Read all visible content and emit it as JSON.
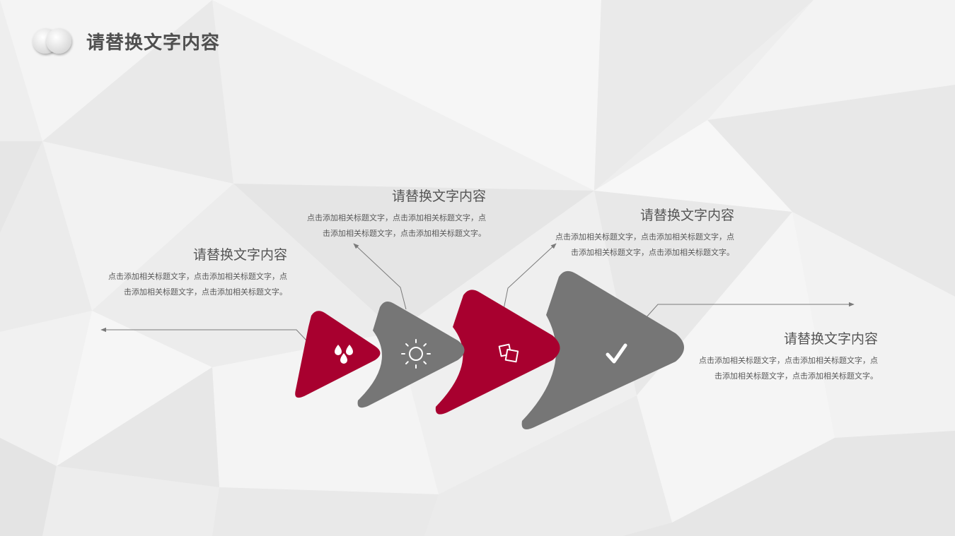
{
  "header": {
    "title": "请替换文字内容",
    "logo_icon": "double-circle-icon"
  },
  "colors": {
    "accent_red": "#a8002f",
    "accent_gray": "#767676",
    "connector": "#7a7a7a"
  },
  "steps": [
    {
      "title": "请替换文字内容",
      "text": "点击添加相关标题文字，点击添加相关标题文字，点击添加相关标题文字，点击添加相关标题文字。",
      "icon": "water-drops-icon",
      "color": "red"
    },
    {
      "title": "请替换文字内容",
      "text": "点击添加相关标题文字，点击添加相关标题文字，点击添加相关标题文字，点击添加相关标题文字。",
      "icon": "sun-icon",
      "color": "gray"
    },
    {
      "title": "请替换文字内容",
      "text": "点击添加相关标题文字，点击添加相关标题文字，点击添加相关标题文字，点击添加相关标题文字。",
      "icon": "cards-icon",
      "color": "red"
    },
    {
      "title": "请替换文字内容",
      "text": "点击添加相关标题文字，点击添加相关标题文字，点击添加相关标题文字，点击添加相关标题文字。",
      "icon": "checkmark-icon",
      "color": "gray"
    }
  ]
}
